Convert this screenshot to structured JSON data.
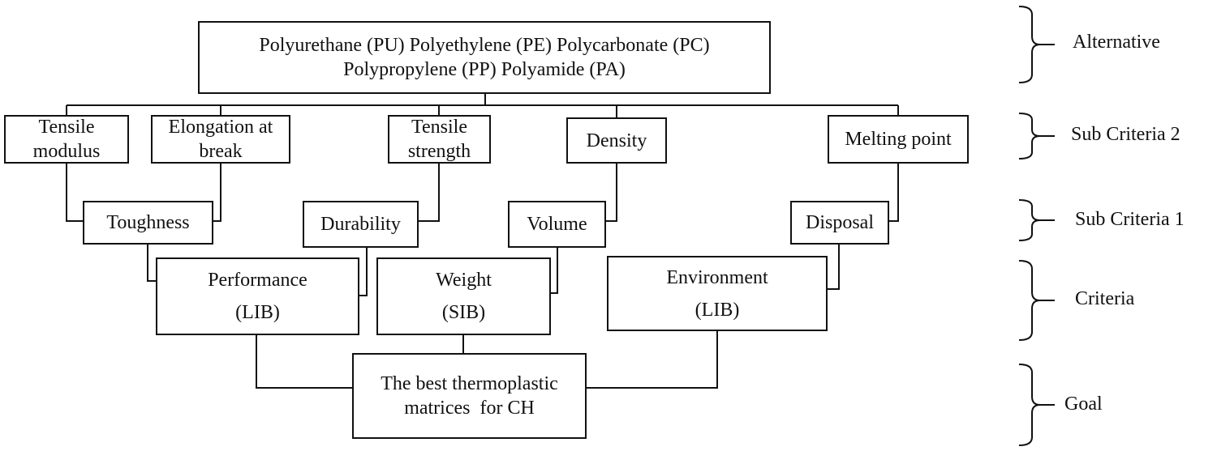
{
  "alternative": {
    "line1": "Polyurethane (PU) Polyethylene (PE) Polycarbonate (PC)",
    "line2": "Polypropylene (PP) Polyamide (PA)"
  },
  "sub_criteria_2": [
    {
      "line1": "Tensile",
      "line2": "modulus"
    },
    {
      "line1": "Elongation at",
      "line2": "break"
    },
    {
      "line1": "Tensile",
      "line2": "strength"
    },
    {
      "line1": "Density"
    },
    {
      "line1": "Melting point"
    }
  ],
  "sub_criteria_1": [
    {
      "label": "Toughness"
    },
    {
      "label": "Durability"
    },
    {
      "label": "Volume"
    },
    {
      "label": "Disposal"
    }
  ],
  "criteria": [
    {
      "name": "Performance",
      "type": "(LIB)"
    },
    {
      "name": "Weight",
      "type": "(SIB)"
    },
    {
      "name": "Environment",
      "type": "(LIB)"
    }
  ],
  "goal": {
    "line1": "The best thermoplastic",
    "line2": "matrices  for CH"
  },
  "levels": {
    "alternative": "Alternative",
    "sub_criteria_2": "Sub Criteria 2",
    "sub_criteria_1": "Sub Criteria 1",
    "criteria": "Criteria",
    "goal": "Goal"
  }
}
